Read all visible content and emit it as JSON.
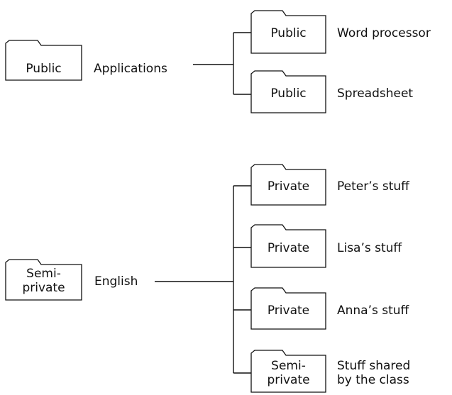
{
  "groups": [
    {
      "parent": {
        "folder_lines": [
          "Public"
        ],
        "label": "Applications"
      },
      "children": [
        {
          "folder_lines": [
            "Public"
          ],
          "label_lines": [
            "Word processor"
          ]
        },
        {
          "folder_lines": [
            "Public"
          ],
          "label_lines": [
            "Spreadsheet"
          ]
        }
      ]
    },
    {
      "parent": {
        "folder_lines": [
          "Semi-",
          "private"
        ],
        "label": "English"
      },
      "children": [
        {
          "folder_lines": [
            "Private"
          ],
          "label_lines": [
            "Peter’s stuff"
          ]
        },
        {
          "folder_lines": [
            "Private"
          ],
          "label_lines": [
            "Lisa’s stuff"
          ]
        },
        {
          "folder_lines": [
            "Private"
          ],
          "label_lines": [
            "Anna’s stuff"
          ]
        },
        {
          "folder_lines": [
            "Semi-",
            "private"
          ],
          "label_lines": [
            "Stuff shared",
            "by the class"
          ]
        }
      ]
    }
  ]
}
